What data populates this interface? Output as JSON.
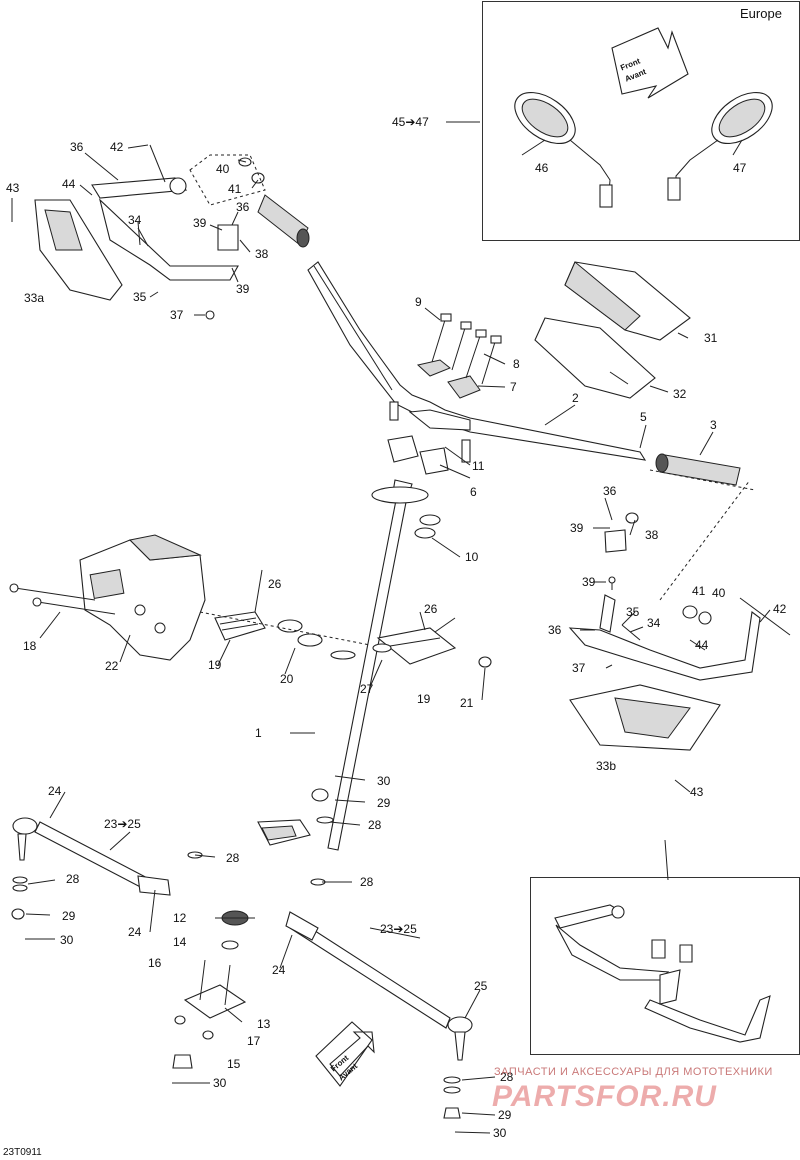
{
  "diagram_code": "23T0911",
  "region_label": "Europe",
  "front_arrow_top": "Front Avant",
  "front_arrow_bottom": "Front Avant",
  "parts": {
    "p1": "1",
    "p2": "2",
    "p3": "3",
    "p5": "5",
    "p6": "6",
    "p7": "7",
    "p8": "8",
    "p9": "9",
    "p10": "10",
    "p11": "11",
    "p12": "12",
    "p13": "13",
    "p14": "14",
    "p15": "15",
    "p16": "16",
    "p17": "17",
    "p18": "18",
    "p19a": "19",
    "p19b": "19",
    "p20": "20",
    "p21": "21",
    "p22": "22",
    "p23a": "23➔25",
    "p23b": "23➔25",
    "p24a": "24",
    "p24b": "24",
    "p24c": "24",
    "p25": "25",
    "p26a": "26",
    "p26b": "26",
    "p27": "27",
    "p28a": "28",
    "p28b": "28",
    "p28c": "28",
    "p28d": "28",
    "p28e": "28",
    "p29a": "29",
    "p29b": "29",
    "p29c": "29",
    "p30a": "30",
    "p30b": "30",
    "p30c": "30",
    "p30d": "30",
    "p31": "31",
    "p32": "32",
    "p33a": "33a",
    "p33b": "33b",
    "p34a": "34",
    "p34b": "34",
    "p35a": "35",
    "p35b": "35",
    "p36a": "36",
    "p36b": "36",
    "p36c": "36",
    "p36d": "36",
    "p37a": "37",
    "p37b": "37",
    "p38a": "38",
    "p38b": "38",
    "p39a": "39",
    "p39b": "39",
    "p39c": "39",
    "p39d": "39",
    "p40a": "40",
    "p40b": "40",
    "p41a": "41",
    "p41b": "41",
    "p42a": "42",
    "p42b": "42",
    "p43a": "43",
    "p43b": "43",
    "p44a": "44",
    "p44b": "44",
    "p45": "45➔47",
    "p46": "46",
    "p47": "47"
  },
  "watermark": {
    "tagline": "ЗАПЧАСТИ И АКСЕССУАРЫ ДЛЯ МОТОТЕХНИКИ",
    "site": "PARTSFOR.RU"
  }
}
